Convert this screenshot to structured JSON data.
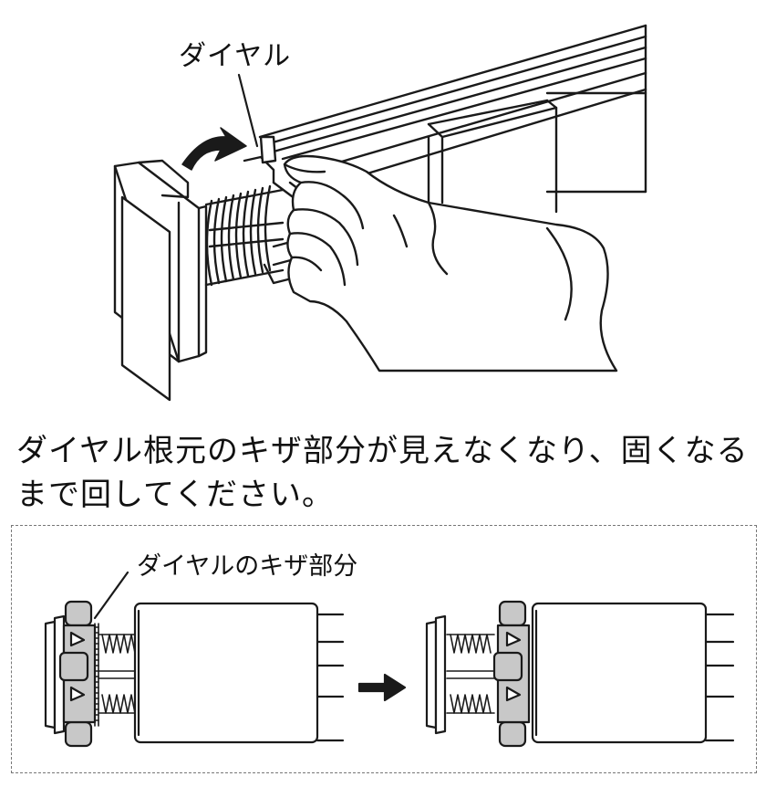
{
  "top": {
    "label": "ダイヤル"
  },
  "instruction": {
    "text": "ダイヤル根元のキザ部分が見えなくなり、固くなるまで回してください。"
  },
  "detail": {
    "label": "ダイヤルのキザ部分"
  },
  "colors": {
    "stroke": "#1a1a1a",
    "part_gray": "#bdbdbd",
    "fill_white": "#ffffff"
  },
  "icons": {
    "rotate_arrow": "curved-arrow-icon",
    "next_arrow": "right-arrow-icon"
  }
}
